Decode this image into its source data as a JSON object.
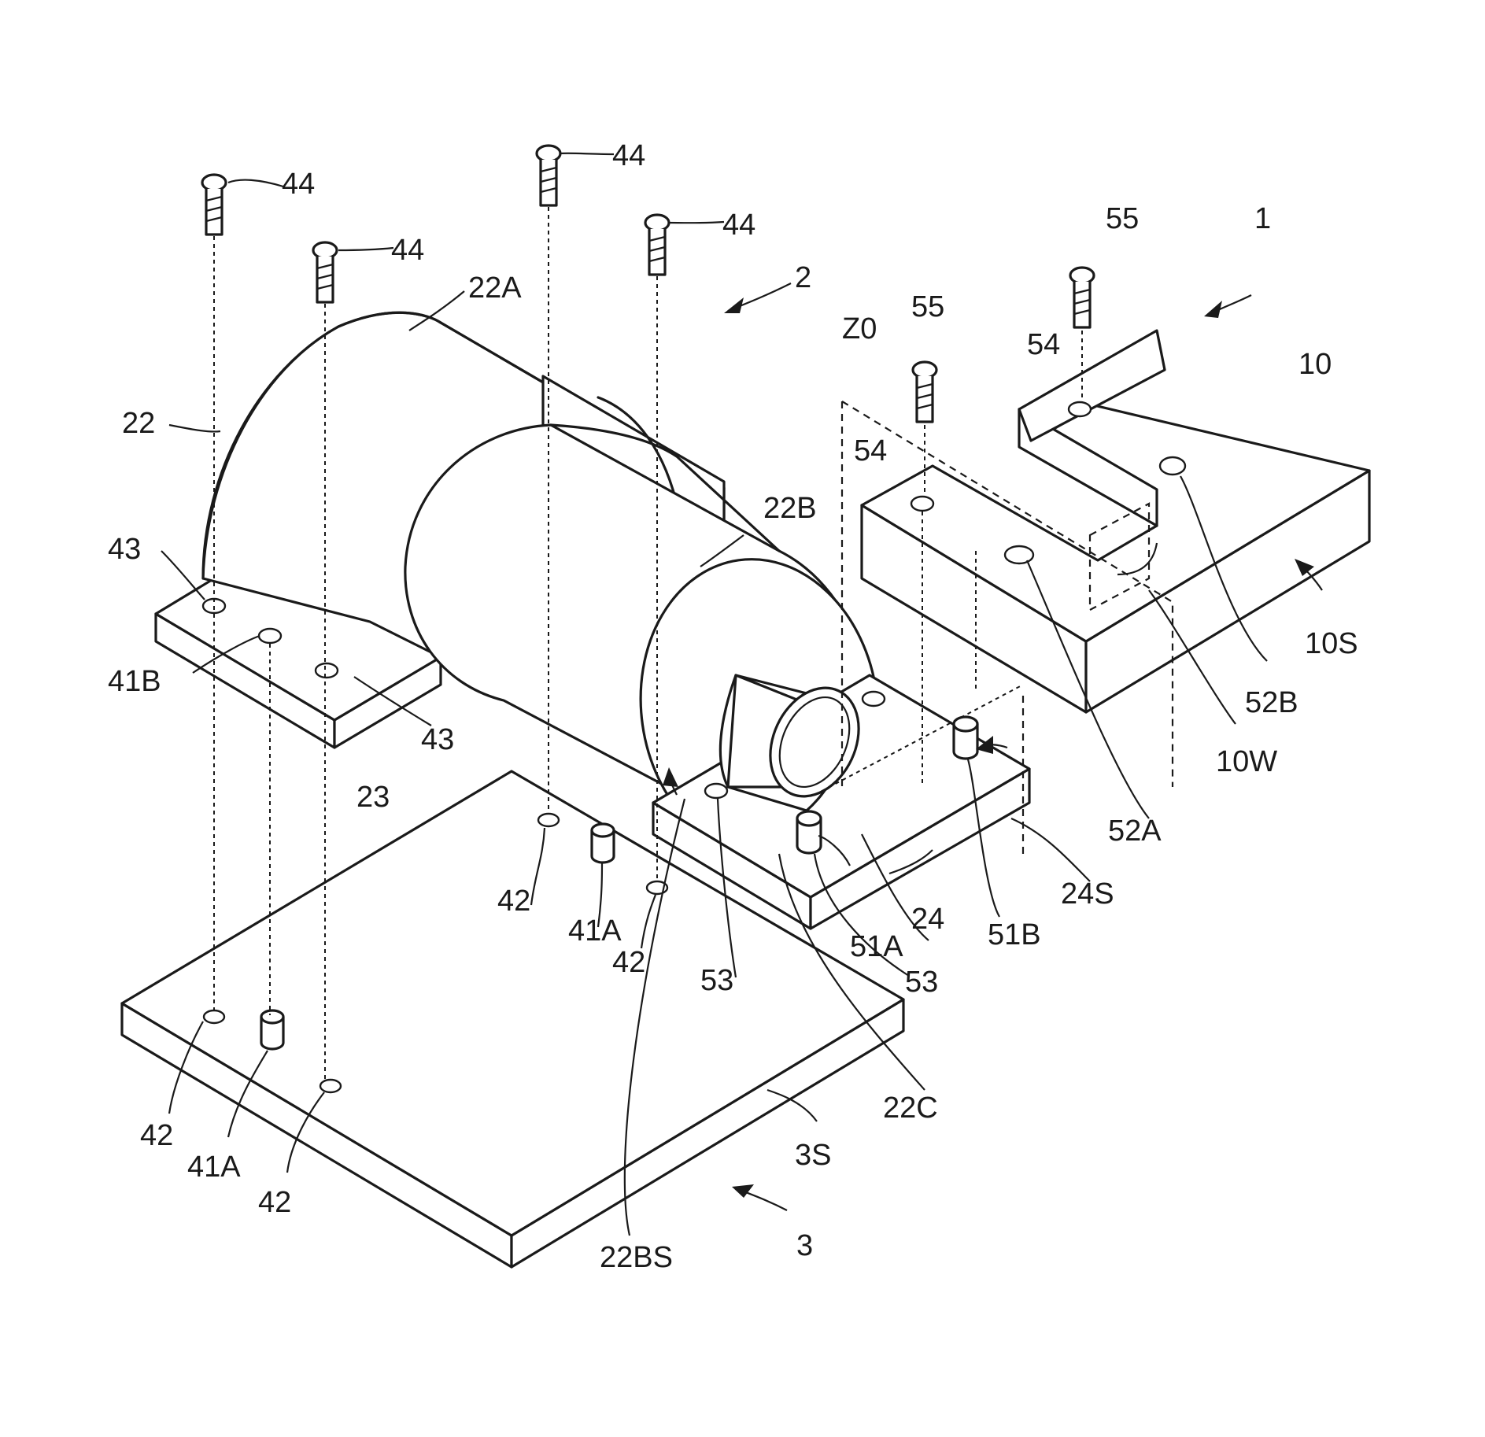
{
  "figure": {
    "labels": {
      "assembly": "1",
      "unit": "2",
      "base": "3",
      "block": "10",
      "block_surface": "10S",
      "block_wall": "10W",
      "housing": "22",
      "housing_top": "22A",
      "barrel": "22B",
      "barrel_surface": "22BS",
      "nozzle": "22C",
      "flange": "23",
      "front_pad": "24",
      "front_pad_surface": "24S",
      "base_surface": "3S",
      "pin_41A": "41A",
      "hole_41B": "41B",
      "hole_42": "42",
      "hole_43": "43",
      "screw_44": "44",
      "pin_51A": "51A",
      "pin_51B": "51B",
      "hole_52A": "52A",
      "hole_52B": "52B",
      "hole_53": "53",
      "hole_54": "54",
      "screw_55": "55",
      "axis": "Z0"
    }
  }
}
